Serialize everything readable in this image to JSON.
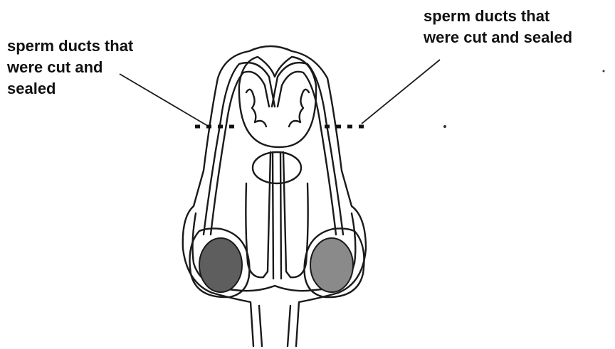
{
  "labels": {
    "left": {
      "lines": [
        "sperm ducts that",
        "were cut and",
        "sealed"
      ]
    },
    "right": {
      "lines": [
        "sperm ducts that",
        "were cut and sealed"
      ]
    }
  },
  "colors": {
    "line": "#1a1a1a",
    "testis_fill": "#6e6e6e"
  }
}
